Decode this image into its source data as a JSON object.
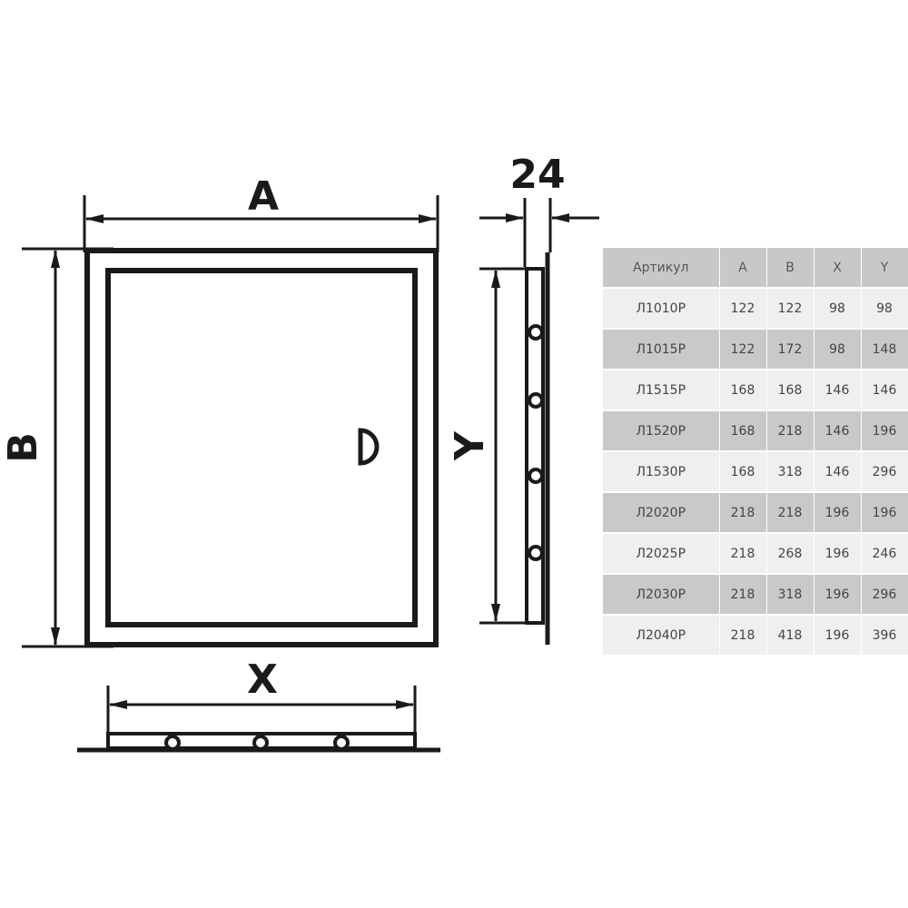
{
  "labels": {
    "width": "A",
    "height": "B",
    "inner_width": "X",
    "inner_height": "Y",
    "depth": "24"
  },
  "table": {
    "headers": [
      "Артикул",
      "A",
      "B",
      "X",
      "Y"
    ],
    "rows": [
      [
        "Л1010Р",
        "122",
        "122",
        "98",
        "98"
      ],
      [
        "Л1015Р",
        "122",
        "172",
        "98",
        "148"
      ],
      [
        "Л1515Р",
        "168",
        "168",
        "146",
        "146"
      ],
      [
        "Л1520Р",
        "168",
        "218",
        "146",
        "196"
      ],
      [
        "Л1530Р",
        "168",
        "318",
        "146",
        "296"
      ],
      [
        "Л2020Р",
        "218",
        "218",
        "196",
        "196"
      ],
      [
        "Л2025Р",
        "218",
        "268",
        "196",
        "246"
      ],
      [
        "Л2030Р",
        "218",
        "318",
        "196",
        "296"
      ],
      [
        "Л2040Р",
        "218",
        "418",
        "196",
        "396"
      ]
    ]
  }
}
